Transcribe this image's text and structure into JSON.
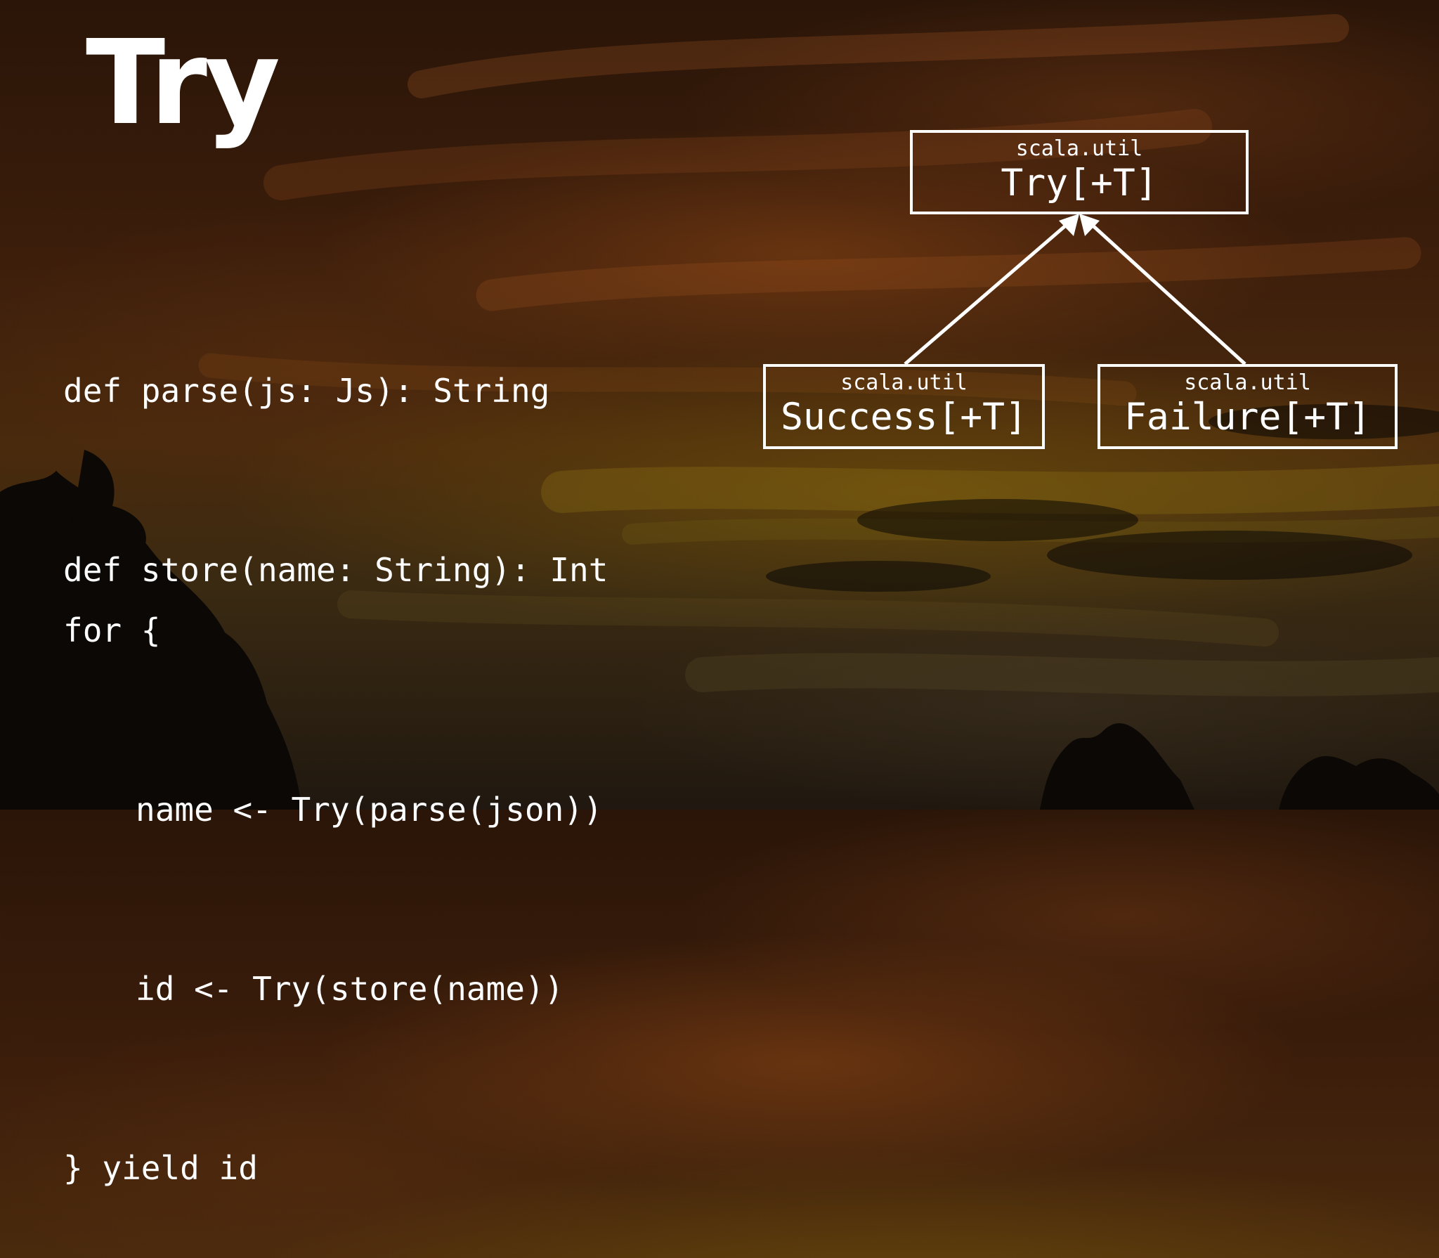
{
  "slide": {
    "title": "Try",
    "signatures": [
      "def parse(js: Js): String",
      "def store(name: String): Int"
    ],
    "for_block": {
      "open": "for {",
      "lines": [
        "name <- Try(parse(json))",
        "id <- Try(store(name))"
      ],
      "close": "} yield id"
    }
  },
  "diagram": {
    "parent": {
      "package": "scala.util",
      "name": "Try[+T]"
    },
    "children": [
      {
        "package": "scala.util",
        "name": "Success[+T]"
      },
      {
        "package": "scala.util",
        "name": "Failure[+T]"
      }
    ]
  },
  "colors": {
    "text": "#ffffff",
    "sky_dark": "#2a1508",
    "sky_glow": "#7a5a0a"
  }
}
